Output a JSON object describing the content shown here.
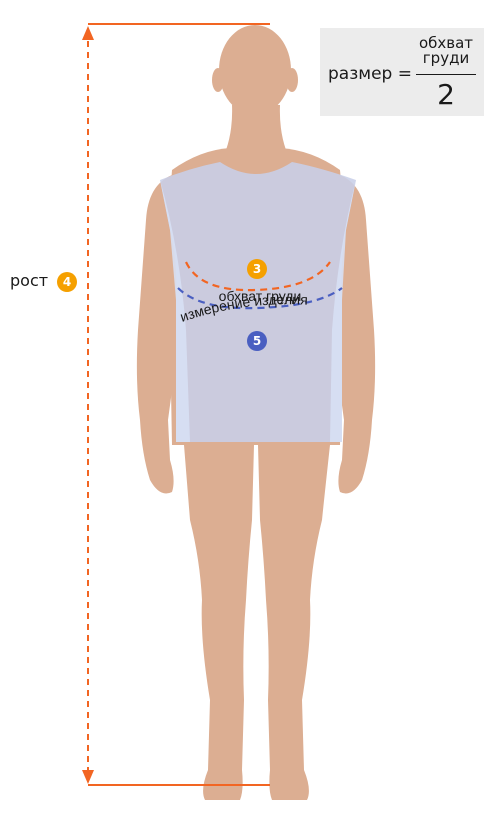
{
  "formula": {
    "lhs": "размер =",
    "numerator_line1": "обхват",
    "numerator_line2": "груди",
    "denominator": "2"
  },
  "labels": {
    "height": "рост",
    "chest": "обхват груди",
    "garment": "измерение изделия"
  },
  "badges": {
    "chest": "3",
    "height": "4",
    "garment": "5"
  },
  "colors": {
    "skin": "#dcae92",
    "shirt": "#c8cfe8",
    "orange": "#f26522",
    "badge_orange": "#f5a000",
    "badge_blue": "#4a5fc1",
    "dash_blue": "#4a5fc1",
    "formula_bg": "#ececec"
  }
}
